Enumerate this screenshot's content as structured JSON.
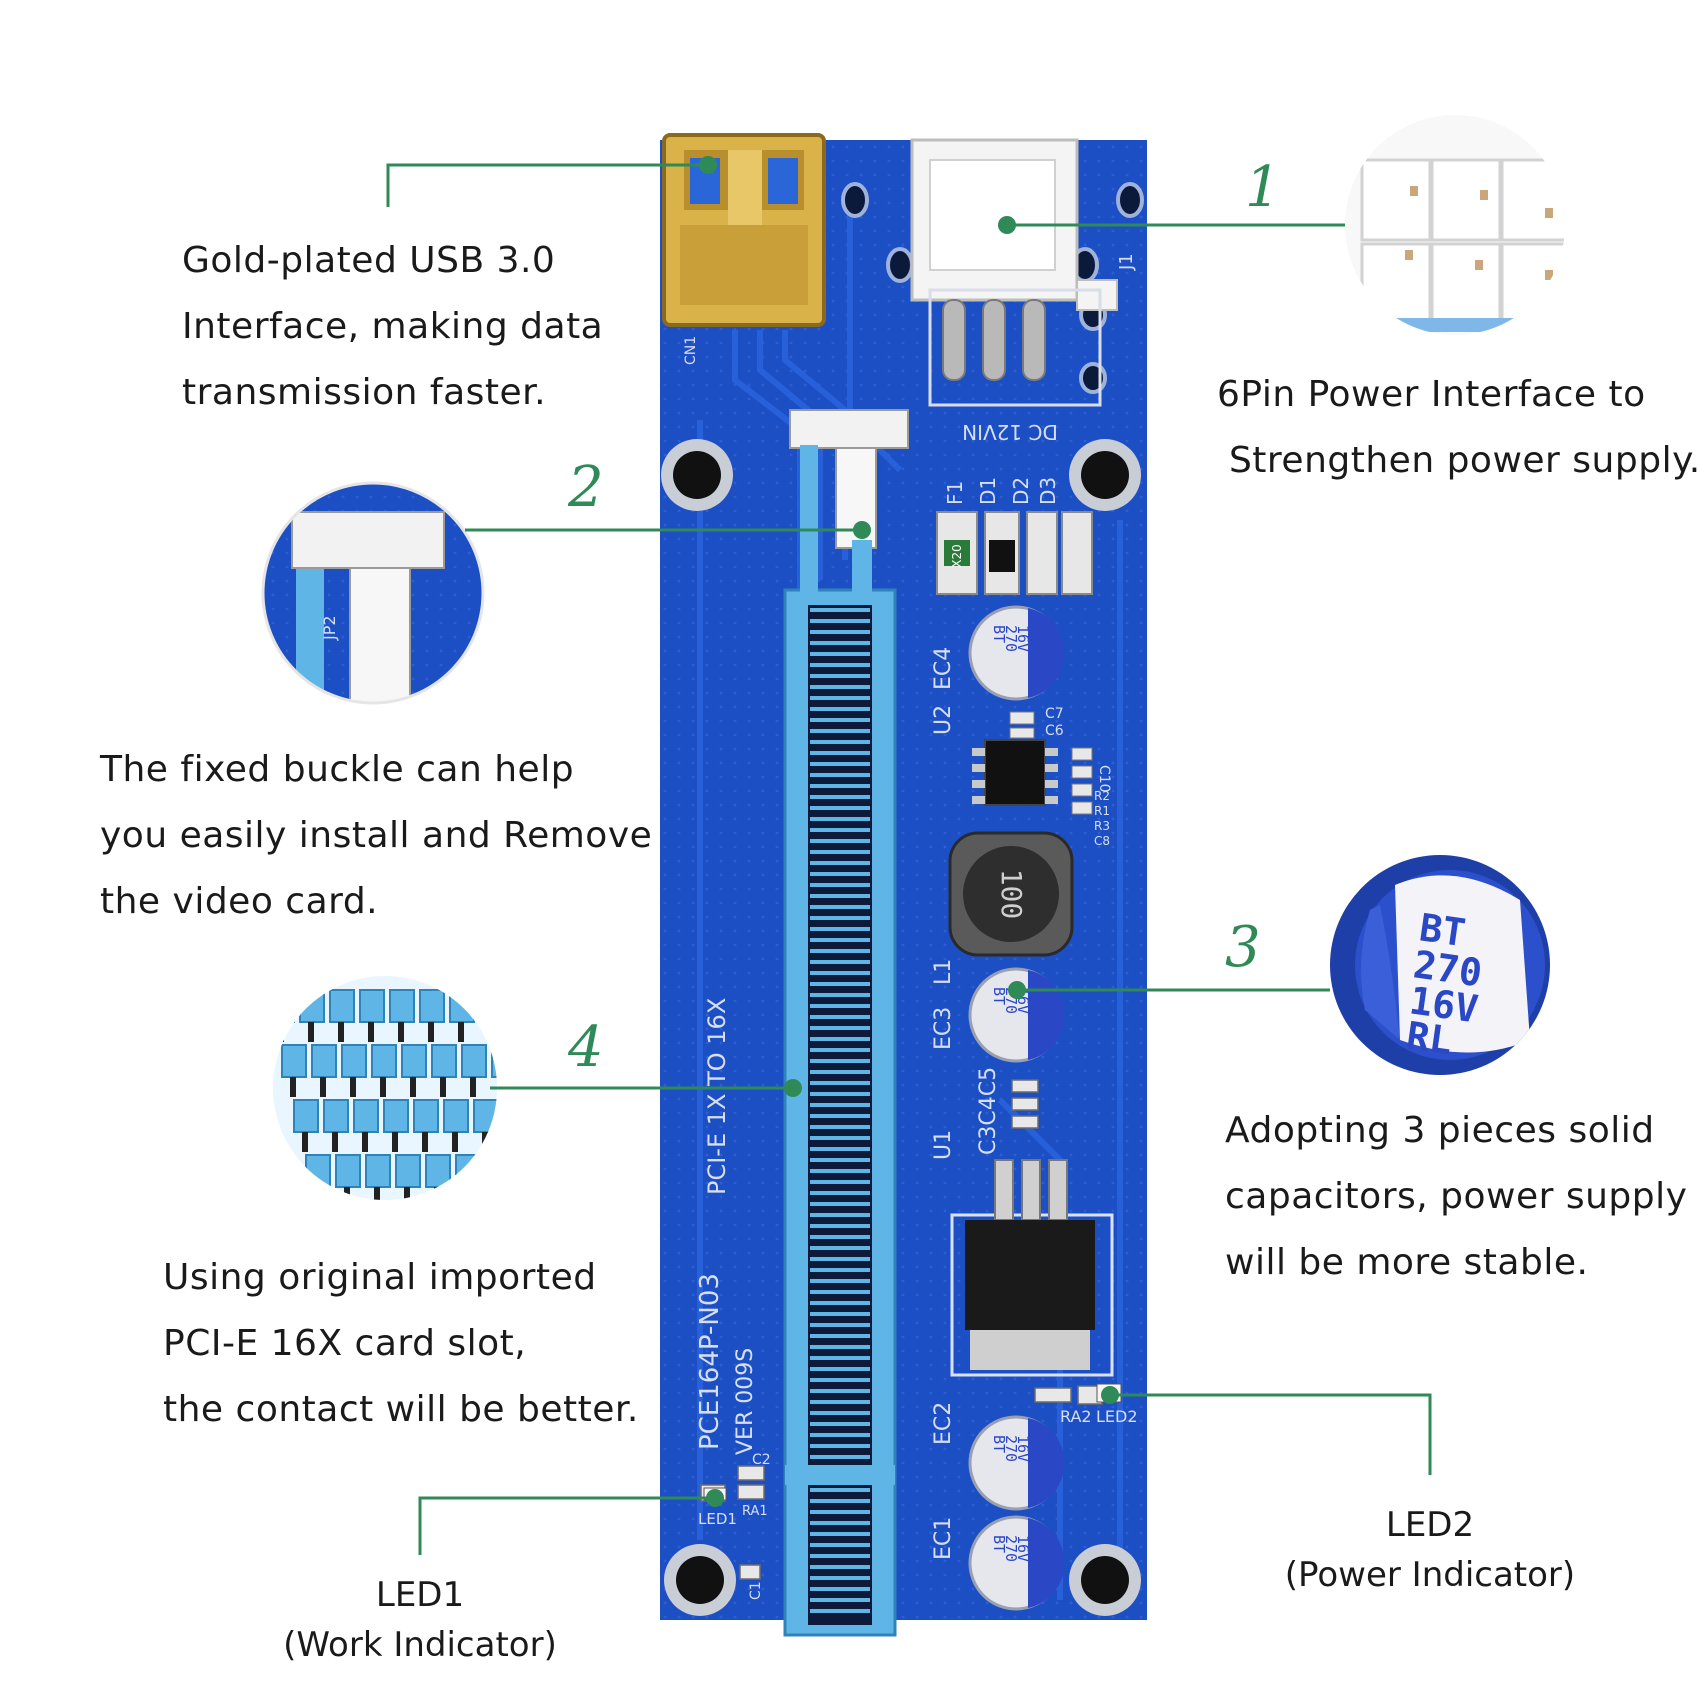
{
  "callouts": {
    "usb": {
      "lines": [
        "Gold-plated USB 3.0",
        "Interface, making data",
        "transmission faster."
      ]
    },
    "power": {
      "number": "1",
      "lines": [
        "6Pin Power Interface to",
        " Strengthen power supply."
      ]
    },
    "buckle": {
      "number": "2",
      "lines": [
        "The fixed buckle can help",
        "you easily install and Remove",
        "the video card."
      ]
    },
    "capacitor": {
      "number": "3",
      "lines": [
        "Adopting 3 pieces solid",
        "capacitors, power supply",
        "will be more stable."
      ]
    },
    "slot": {
      "number": "4",
      "lines": [
        "Using original imported",
        "PCI-E 16X card slot,",
        "the contact will be better."
      ]
    },
    "led1": {
      "title": "LED1",
      "subtitle": "(Work Indicator)"
    },
    "led2": {
      "title": "LED2",
      "subtitle": "(Power Indicator)"
    }
  },
  "board": {
    "silkscreen": {
      "cn1": "CN1",
      "power_label": "DC 12VIN",
      "j1": "J1",
      "f1": "F1",
      "d1": "D1",
      "d2": "D2",
      "d3": "D3",
      "ec4": "EC4",
      "u2": "U2",
      "c7": "C7",
      "c6": "C6",
      "c10": "C10",
      "r2": "R2",
      "r1": "R1",
      "r3": "R3",
      "c8": "C8",
      "inductor": "100",
      "l1": "L1",
      "ec3": "EC3",
      "c3c4c5": "C3C4C5",
      "u1": "U1",
      "ec2": "EC2",
      "ec1": "EC1",
      "ra2": "RA2",
      "led2": "LED2",
      "pcie": "PCI-E  1X  TO  16X",
      "model": "PCE164P-N03",
      "ver": "VER   009S",
      "jp2": "JP2",
      "led1": "LED1",
      "ra1": "RA1",
      "c2": "C2",
      "c1": "C1",
      "fuse": "X20"
    },
    "capacitor_text": [
      "BT",
      "270",
      "16V",
      "RL"
    ]
  },
  "colors": {
    "pcb": "#1d4fc4",
    "leader": "#2f8a57",
    "slot": "#5fb6e6",
    "gold": "#d9b24a"
  }
}
